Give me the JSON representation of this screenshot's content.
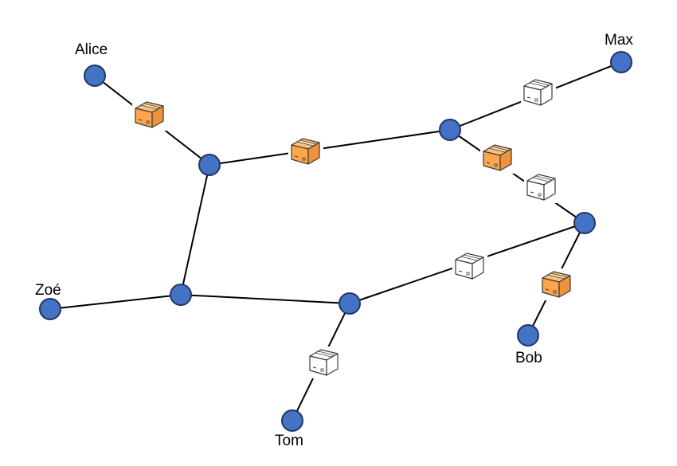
{
  "colors": {
    "node_fill": "#4472c4",
    "node_stroke": "#1f3864",
    "edge": "#000000",
    "package_filled_front": "#ffa64d",
    "package_filled_top": "#ffc080",
    "package_filled_side": "#f0923a",
    "package_empty": "#ffffff"
  },
  "labels": {
    "alice": "Alice",
    "max": "Max",
    "zoe": "Zoé",
    "bob": "Bob",
    "tom": "Tom"
  },
  "package_icon": "package-box-icon",
  "nodes": [
    {
      "id": "alice",
      "label": "Alice"
    },
    {
      "id": "max",
      "label": "Max"
    },
    {
      "id": "zoe",
      "label": "Zoé"
    },
    {
      "id": "bob",
      "label": "Bob"
    },
    {
      "id": "tom",
      "label": "Tom"
    },
    {
      "id": "hub-a",
      "label": ""
    },
    {
      "id": "hub-b",
      "label": ""
    },
    {
      "id": "hub-c",
      "label": ""
    },
    {
      "id": "hub-d",
      "label": ""
    },
    {
      "id": "hub-e",
      "label": ""
    }
  ],
  "edges": [
    {
      "from": "alice",
      "to": "hub-a"
    },
    {
      "from": "hub-a",
      "to": "hub-b"
    },
    {
      "from": "hub-b",
      "to": "max"
    },
    {
      "from": "hub-b",
      "to": "hub-e"
    },
    {
      "from": "hub-a",
      "to": "hub-c"
    },
    {
      "from": "zoe",
      "to": "hub-c"
    },
    {
      "from": "hub-c",
      "to": "hub-d"
    },
    {
      "from": "hub-d",
      "to": "tom"
    },
    {
      "from": "hub-d",
      "to": "hub-e"
    },
    {
      "from": "hub-e",
      "to": "bob"
    }
  ],
  "packages": [
    {
      "edge": "alice-hub-a",
      "filled": true
    },
    {
      "edge": "hub-a-hub-b",
      "filled": true
    },
    {
      "edge": "hub-b-max",
      "filled": false
    },
    {
      "edge": "hub-b-hub-e",
      "filled": true
    },
    {
      "edge": "hub-b-hub-e",
      "filled": false
    },
    {
      "edge": "hub-d-hub-e",
      "filled": false
    },
    {
      "edge": "hub-e-bob",
      "filled": true
    },
    {
      "edge": "hub-d-tom",
      "filled": false
    }
  ]
}
